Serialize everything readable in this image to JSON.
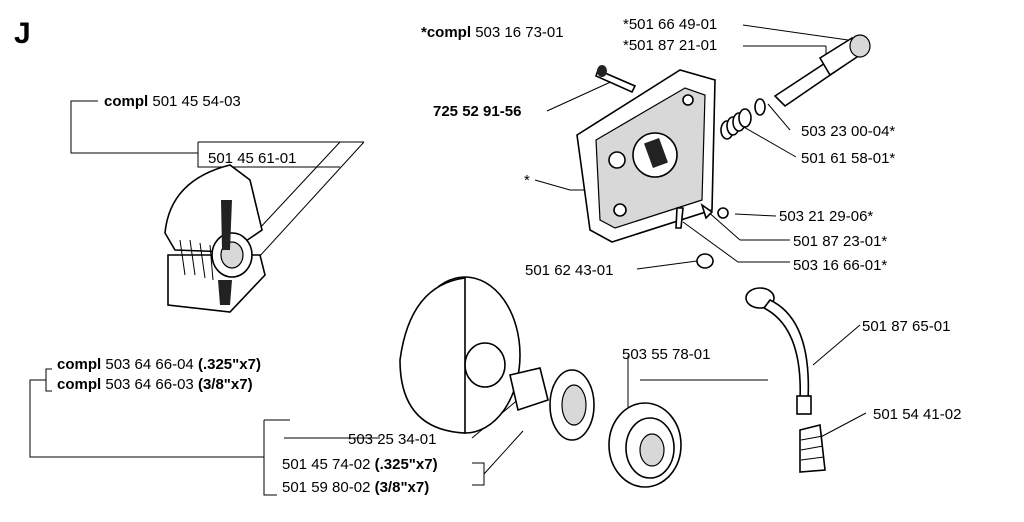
{
  "section_letter": "J",
  "labels": {
    "pump_compl": {
      "prefix": "*compl",
      "code": "503 16 73-01"
    },
    "p501664901": "*501 66 49-01",
    "p501872101": "*501 87 21-01",
    "screw_bold": "725 52 91-56",
    "clutch_compl": {
      "prefix": "compl",
      "code": "501 45 54-03"
    },
    "clutch_shoe": "501 45 61-01",
    "p503230004": "503 23 00-04*",
    "p501615801": "501 61 58-01*",
    "pump_body": "*",
    "p503212906": "503 21 29-06*",
    "p501872301": "501 87 23-01*",
    "p503166601": "503 16 66-01*",
    "p501624301": "501 62 43-01",
    "p501876501": "501 87 65-01",
    "p503557801": "503 55 78-01",
    "p501544102": "501 54 41-02",
    "drum_325": {
      "prefix": "compl",
      "code": "503 64 66-04",
      "spec": "(.325\"x7)"
    },
    "drum_38": {
      "prefix": "compl",
      "code": "503 64 66-03",
      "spec": "(3/8\"x7)"
    },
    "p503253401": "503 25 34-01",
    "rim_325": {
      "code": "501 45 74-02",
      "spec": "(.325\"x7)"
    },
    "rim_38": {
      "code": "501 59 80-02",
      "spec": "(3/8\"x7)"
    }
  }
}
